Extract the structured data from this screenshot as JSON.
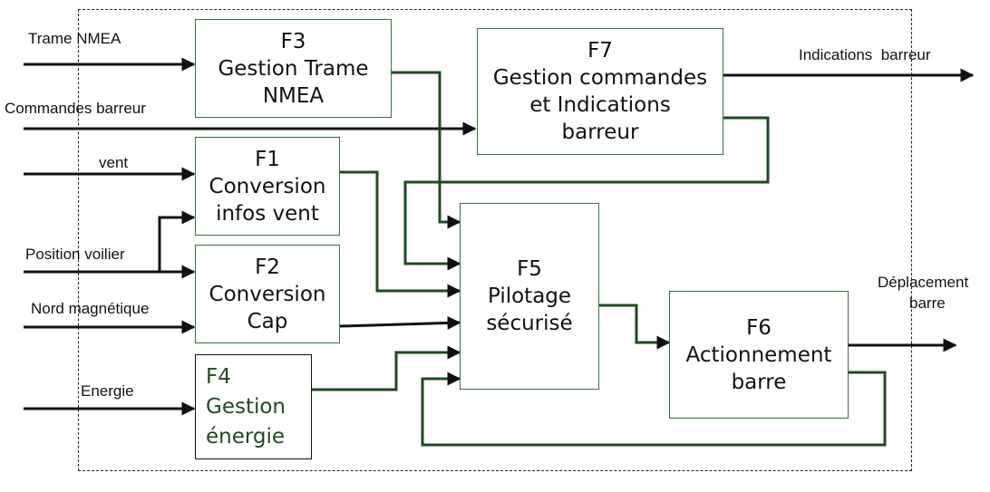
{
  "diagram": {
    "blocks": {
      "f3": {
        "id": "F3",
        "lines": [
          "Gestion Trame",
          "NMEA"
        ]
      },
      "f7": {
        "id": "F7",
        "lines": [
          "Gestion commandes",
          "et Indications",
          "barreur"
        ]
      },
      "f1": {
        "id": "F1",
        "lines": [
          "Conversion",
          "infos vent"
        ]
      },
      "f2": {
        "id": "F2",
        "lines": [
          "Conversion",
          "Cap"
        ]
      },
      "f4": {
        "id": "F4",
        "lines": [
          "Gestion",
          "énergie"
        ]
      },
      "f5": {
        "id": "F5",
        "lines": [
          "Pilotage",
          "sécurisé"
        ]
      },
      "f6": {
        "id": "F6",
        "lines": [
          "Actionnement",
          "barre"
        ]
      }
    },
    "inputs": {
      "trame_nmea": "Trame NMEA",
      "commandes_barreur": "Commandes barreur",
      "vent": "vent",
      "position_voilier": "Position voilier",
      "nord_magnetique": "Nord magnétique",
      "energie": "Energie"
    },
    "outputs": {
      "indications_barreur": "Indications  barreur",
      "deplacement_barre": [
        "Déplacement",
        "barre"
      ]
    },
    "colors": {
      "link": "#1f4a1f",
      "input": "#111111",
      "f4_text": "#1f4a1f"
    }
  }
}
